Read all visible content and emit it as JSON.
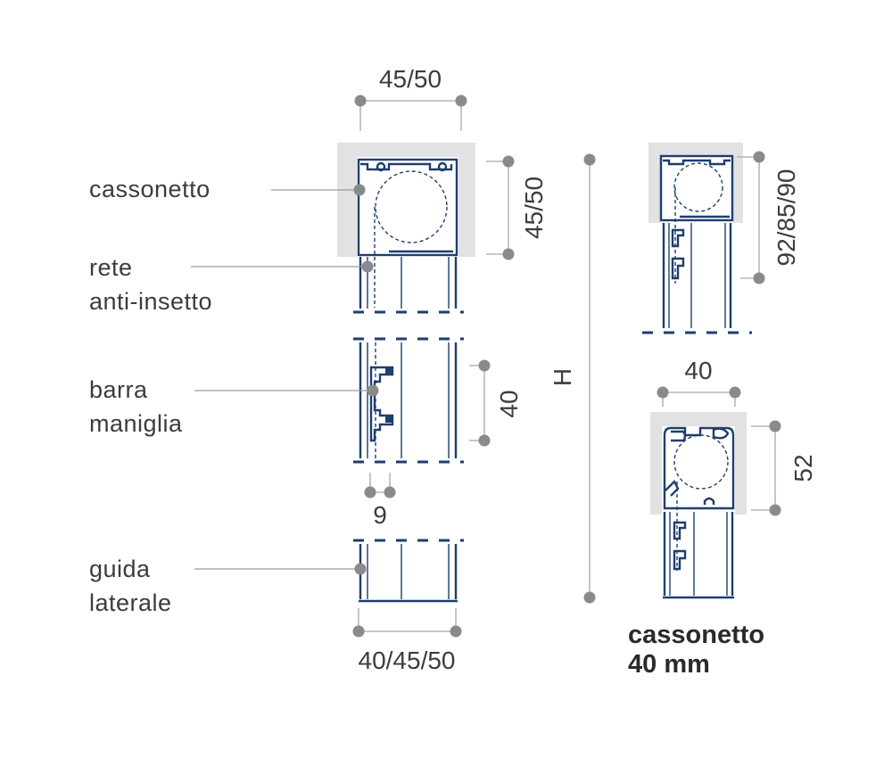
{
  "labels": {
    "cassonetto": "cassonetto",
    "rete_line1": "rete",
    "rete_line2": "anti-insetto",
    "barra_line1": "barra",
    "barra_line2": "maniglia",
    "guida_line1": "guida",
    "guida_line2": "laterale"
  },
  "dimensions": {
    "box_width": "45/50",
    "box_height": "45/50",
    "handle_height": "40",
    "handle_gap": "9",
    "guide_width": "40/45/50",
    "total_height": "H",
    "small_box_height": "92/85/90",
    "small_box_width": "40",
    "small_housing_height": "52"
  },
  "caption": {
    "line1": "cassonetto",
    "line2": "40 mm"
  },
  "colors": {
    "profile": "#1f3e6e",
    "housing": "#e2e2e2",
    "dimension_dot": "#8a8a8a",
    "text": "#3c3c3c"
  }
}
